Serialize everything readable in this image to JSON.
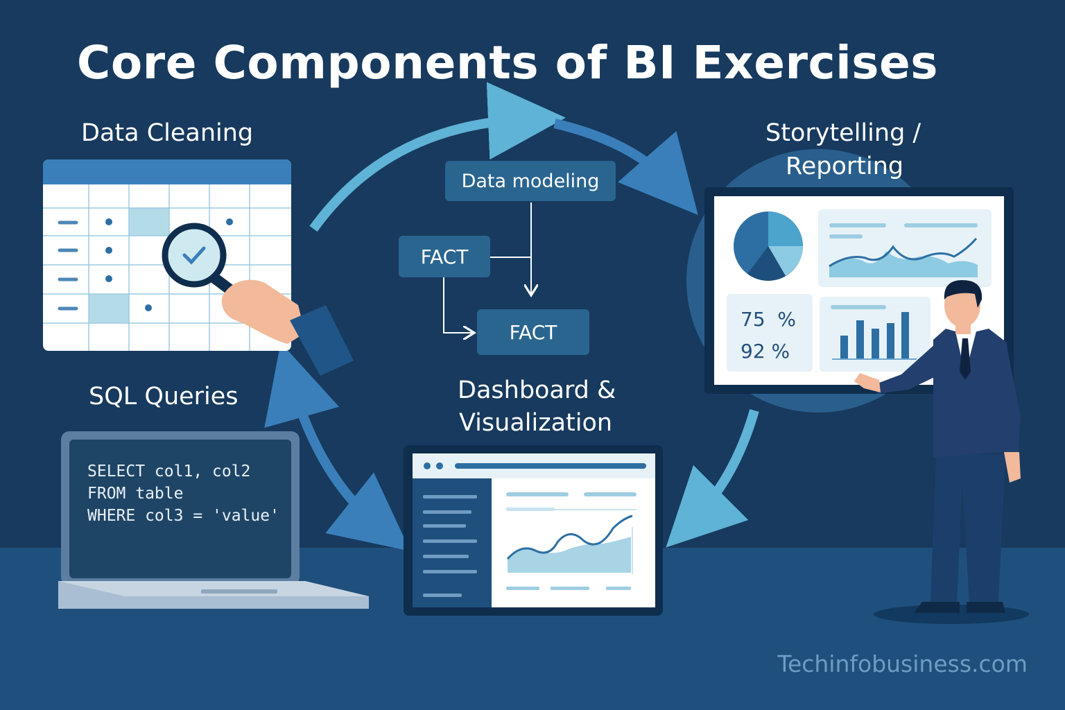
{
  "title": "Core Components of BI Exercises",
  "labels": {
    "data_cleaning": "Data Cleaning",
    "storytelling_line1": "Storytelling /",
    "storytelling_line2": "Reporting",
    "sql_queries": "SQL Queries",
    "dashboard_line1": "Dashboard &",
    "dashboard_line2": "Visualization"
  },
  "model": {
    "header": "Data modeling",
    "fact_top": "FACT",
    "fact_bottom": "FACT"
  },
  "sql_code": {
    "line1": "SELECT col1, col2",
    "line2": "FROM table",
    "line3": "WHERE col3 = 'value'"
  },
  "kpis": {
    "first": "75  %",
    "second": "92 %"
  },
  "footer": "Techinfobusiness.com",
  "colors": {
    "background": "#173a5e",
    "floor": "#1f4f7d",
    "arrow_light": "#5fb3d6",
    "arrow_dark": "#3a7fba",
    "box": "#2a6590",
    "accent": "#2d6fa3"
  },
  "icons": {
    "magnifier": "magnifier-check-icon",
    "hand": "hand-icon",
    "laptop": "laptop-icon",
    "presenter": "business-presenter"
  }
}
